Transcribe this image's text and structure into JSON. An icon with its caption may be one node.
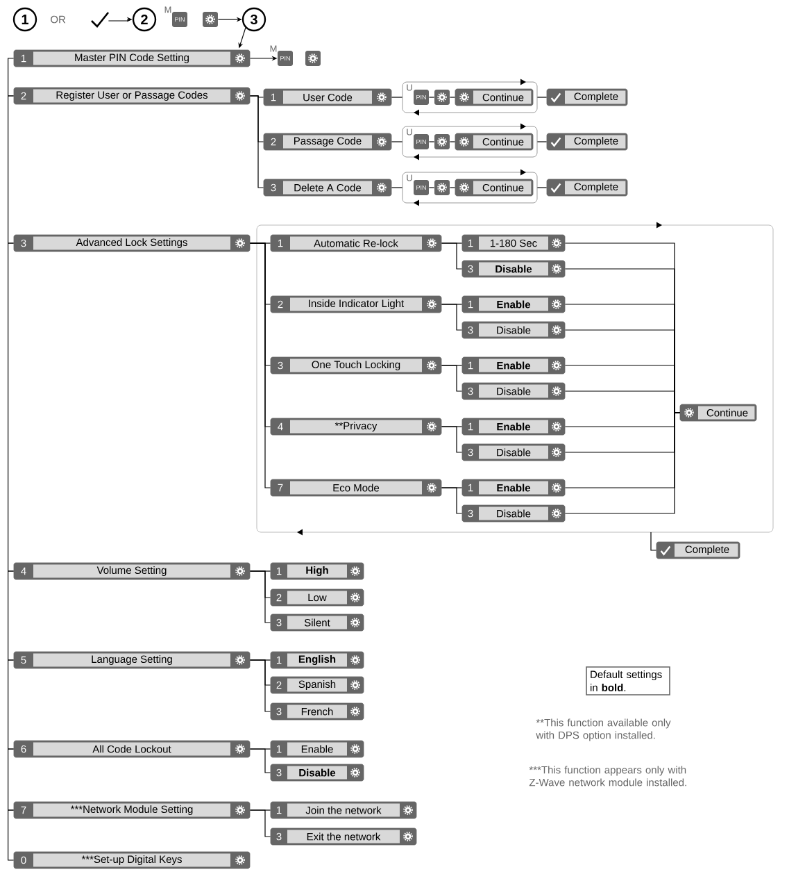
{
  "diagram": {
    "nodes": [
      {
        "text": [
          "1"
        ]
      },
      {
        "text": [],
        "shape": "checkmark"
      },
      {
        "text": [
          "2"
        ]
      },
      {
        "text": [
          "PIN"
        ],
        "beside": [
          "M"
        ]
      },
      {
        "text": [],
        "shape": "gear"
      },
      {
        "text": [
          "3"
        ]
      },
      {
        "text": [
          "1",
          "Master PIN Code Setting"
        ]
      },
      {
        "text": [
          "PIN"
        ],
        "beside": [
          "M"
        ]
      },
      {
        "text": [],
        "shape": "gear"
      },
      {
        "text": [
          "2",
          "Register User or Passage Codes"
        ]
      },
      {
        "text": [
          "1",
          "User Code"
        ]
      },
      {
        "text": [],
        "shape": "box"
      },
      {
        "text": [
          "PIN"
        ],
        "beside": [
          "U"
        ],
        "in": 11
      },
      {
        "text": [],
        "shape": "gear",
        "in": 11
      },
      {
        "text": [
          "Continue"
        ],
        "in": 11
      },
      {
        "text": [
          "Complete"
        ]
      },
      {
        "text": [
          "2",
          "Passage Code"
        ]
      },
      {
        "text": [],
        "shape": "box"
      },
      {
        "text": [
          "PIN"
        ],
        "beside": [
          "U"
        ],
        "in": 17
      },
      {
        "text": [],
        "shape": "gear",
        "in": 17
      },
      {
        "text": [
          "Continue"
        ],
        "in": 17
      },
      {
        "text": [
          "Complete"
        ]
      },
      {
        "text": [
          "3",
          "Delete A Code"
        ]
      },
      {
        "text": [],
        "shape": "box"
      },
      {
        "text": [
          "PIN"
        ],
        "beside": [
          "U"
        ],
        "in": 23
      },
      {
        "text": [],
        "shape": "gear",
        "in": 23
      },
      {
        "text": [
          "Continue"
        ],
        "in": 23
      },
      {
        "text": [
          "Complete"
        ]
      },
      {
        "text": [
          "3",
          "Advanced Lock Settings"
        ]
      },
      {
        "text": [],
        "shape": "box"
      },
      {
        "text": [
          "1",
          "Automatic Re-lock"
        ],
        "in": 29
      },
      {
        "text": [
          "1",
          "1-180 Sec"
        ],
        "in": 29
      },
      {
        "text": [
          "3",
          "**Disable**"
        ],
        "in": 29
      },
      {
        "text": [
          "2",
          "Inside Indicator Light"
        ],
        "in": 29
      },
      {
        "text": [
          "1",
          "**Enable**"
        ],
        "in": 29
      },
      {
        "text": [
          "3",
          "Disable"
        ],
        "in": 29
      },
      {
        "text": [
          "3",
          "One Touch Locking"
        ],
        "in": 29
      },
      {
        "text": [
          "1",
          "**Enable**"
        ],
        "in": 29
      },
      {
        "text": [
          "3",
          "Disable"
        ],
        "in": 29
      },
      {
        "text": [
          "4",
          "**Privacy"
        ],
        "in": 29
      },
      {
        "text": [
          "1",
          "**Enable**"
        ],
        "in": 29
      },
      {
        "text": [
          "3",
          "Disable"
        ],
        "in": 29
      },
      {
        "text": [
          "7",
          "Eco Mode"
        ],
        "in": 29
      },
      {
        "text": [
          "1",
          "**Enable**"
        ],
        "in": 29
      },
      {
        "text": [
          "3",
          "Disable"
        ],
        "in": 29
      },
      {
        "text": [
          "Continue"
        ],
        "in": 29
      },
      {
        "text": [
          "Complete"
        ]
      },
      {
        "text": [
          "4",
          "Volume Setting"
        ]
      },
      {
        "text": [
          "1",
          "**High**"
        ]
      },
      {
        "text": [
          "2",
          "Low"
        ]
      },
      {
        "text": [
          "3",
          "Silent"
        ]
      },
      {
        "text": [
          "5",
          "Language Setting"
        ]
      },
      {
        "text": [
          "1",
          "**English**"
        ]
      },
      {
        "text": [
          "2",
          "Spanish"
        ]
      },
      {
        "text": [
          "3",
          "French"
        ]
      },
      {
        "text": [
          "6",
          "All Code Lockout"
        ]
      },
      {
        "text": [
          "1",
          "Enable"
        ]
      },
      {
        "text": [
          "3",
          "**Disable**"
        ]
      },
      {
        "text": [
          "7",
          "***Network Module Setting"
        ]
      },
      {
        "text": [
          "1",
          "Join the network"
        ]
      },
      {
        "text": [
          "3",
          "Exit the network"
        ]
      },
      {
        "text": [
          "0",
          "***Set-up Digital Keys"
        ]
      },
      {
        "text": [
          "Default settings in **bold**."
        ]
      }
    ],
    "edges": [
      {
        "from": 1,
        "to": 2,
        "arrow": "to"
      },
      {
        "from": 4,
        "to": 5,
        "arrow": "to"
      },
      {
        "from": 5,
        "to": 6,
        "arrow": "to"
      },
      {
        "from": 6,
        "to": 7,
        "arrow": "to"
      },
      {
        "from": 6,
        "to": 9,
        "arrow": "none"
      },
      {
        "from": 9,
        "to": 28,
        "arrow": "none"
      },
      {
        "from": 28,
        "to": 47,
        "arrow": "none"
      },
      {
        "from": 47,
        "to": 51,
        "arrow": "none"
      },
      {
        "from": 51,
        "to": 55,
        "arrow": "none"
      },
      {
        "from": 55,
        "to": 58,
        "arrow": "none"
      },
      {
        "from": 58,
        "to": 61,
        "arrow": "none"
      },
      {
        "from": 9,
        "to": 10,
        "arrow": "none"
      },
      {
        "from": 9,
        "to": 16,
        "arrow": "none"
      },
      {
        "from": 9,
        "to": 22,
        "arrow": "none"
      },
      {
        "from": 10,
        "to": 11,
        "arrow": "none"
      },
      {
        "from": 12,
        "to": 13,
        "arrow": "none"
      },
      {
        "from": 13,
        "to": 14,
        "arrow": "none"
      },
      {
        "from": 11,
        "to": 15,
        "arrow": "none"
      },
      {
        "from": 16,
        "to": 17,
        "arrow": "none"
      },
      {
        "from": 18,
        "to": 19,
        "arrow": "none"
      },
      {
        "from": 19,
        "to": 20,
        "arrow": "none"
      },
      {
        "from": 17,
        "to": 21,
        "arrow": "none"
      },
      {
        "from": 22,
        "to": 23,
        "arrow": "none"
      },
      {
        "from": 24,
        "to": 25,
        "arrow": "none"
      },
      {
        "from": 25,
        "to": 26,
        "arrow": "none"
      },
      {
        "from": 23,
        "to": 27,
        "arrow": "none"
      },
      {
        "from": 28,
        "to": 30,
        "arrow": "none"
      },
      {
        "from": 28,
        "to": 33,
        "arrow": "none"
      },
      {
        "from": 28,
        "to": 36,
        "arrow": "none"
      },
      {
        "from": 28,
        "to": 39,
        "arrow": "none"
      },
      {
        "from": 28,
        "to": 42,
        "arrow": "none"
      },
      {
        "from": 30,
        "to": 31,
        "arrow": "none"
      },
      {
        "from": 30,
        "to": 32,
        "arrow": "none"
      },
      {
        "from": 33,
        "to": 34,
        "arrow": "none"
      },
      {
        "from": 33,
        "to": 35,
        "arrow": "none"
      },
      {
        "from": 36,
        "to": 37,
        "arrow": "none"
      },
      {
        "from": 36,
        "to": 38,
        "arrow": "none"
      },
      {
        "from": 39,
        "to": 40,
        "arrow": "none"
      },
      {
        "from": 39,
        "to": 41,
        "arrow": "none"
      },
      {
        "from": 42,
        "to": 43,
        "arrow": "none"
      },
      {
        "from": 42,
        "to": 44,
        "arrow": "none"
      },
      {
        "from": 31,
        "to": 45,
        "arrow": "none"
      },
      {
        "from": 32,
        "to": 45,
        "arrow": "none"
      },
      {
        "from": 34,
        "to": 45,
        "arrow": "none"
      },
      {
        "from": 35,
        "to": 45,
        "arrow": "none"
      },
      {
        "from": 37,
        "to": 45,
        "arrow": "none"
      },
      {
        "from": 38,
        "to": 45,
        "arrow": "none"
      },
      {
        "from": 40,
        "to": 45,
        "arrow": "none"
      },
      {
        "from": 41,
        "to": 45,
        "arrow": "none"
      },
      {
        "from": 43,
        "to": 45,
        "arrow": "none"
      },
      {
        "from": 44,
        "to": 45,
        "arrow": "none"
      },
      {
        "from": 29,
        "to": 46,
        "arrow": "none"
      },
      {
        "from": 47,
        "to": 48,
        "arrow": "none"
      },
      {
        "from": 47,
        "to": 49,
        "arrow": "none"
      },
      {
        "from": 47,
        "to": 50,
        "arrow": "none"
      },
      {
        "from": 51,
        "to": 52,
        "arrow": "none"
      },
      {
        "from": 51,
        "to": 53,
        "arrow": "none"
      },
      {
        "from": 51,
        "to": 54,
        "arrow": "none"
      },
      {
        "from": 55,
        "to": 56,
        "arrow": "none"
      },
      {
        "from": 55,
        "to": 57,
        "arrow": "none"
      },
      {
        "from": 58,
        "to": 59,
        "arrow": "none"
      },
      {
        "from": 58,
        "to": 60,
        "arrow": "none"
      }
    ],
    "labels": [
      "OR",
      "**This function available only with DPS option installed.",
      "***This function appears only with Z-Wave network module installed."
    ]
  }
}
